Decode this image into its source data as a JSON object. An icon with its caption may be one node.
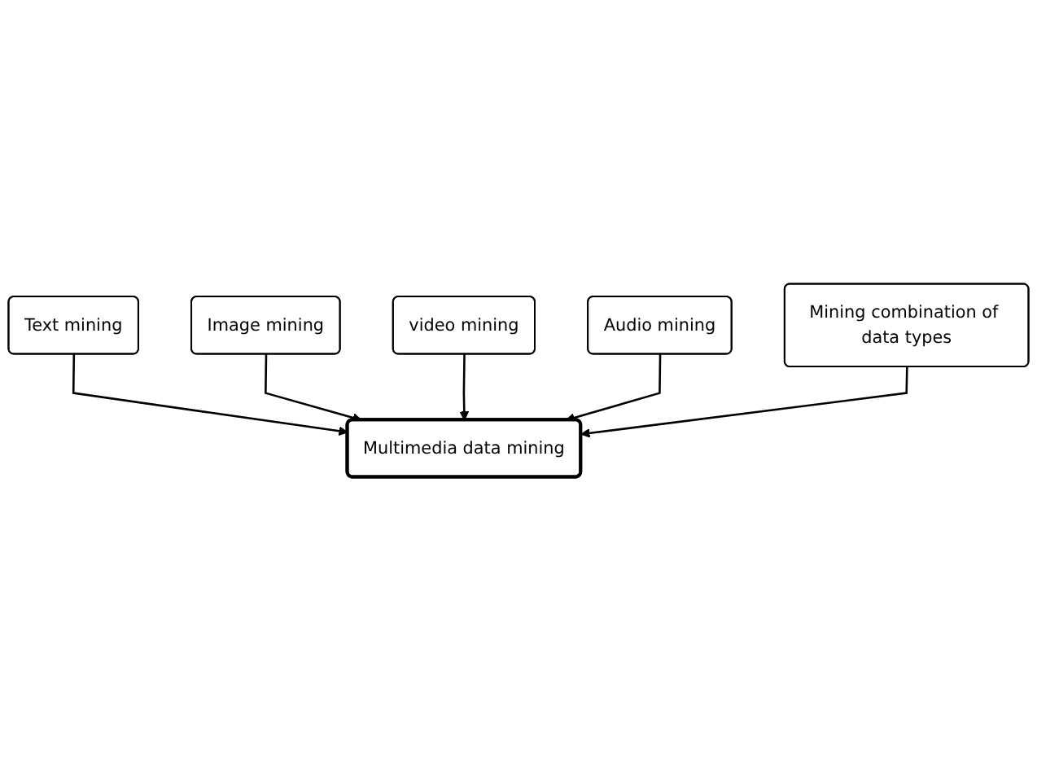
{
  "diagram": {
    "nodes": [
      {
        "text": [
          "video mining"
        ]
      },
      {
        "text": [
          "Image mining"
        ]
      },
      {
        "text": [
          "Audio mining"
        ]
      },
      {
        "text": [
          "Text mining"
        ]
      },
      {
        "text": [
          "Mining combination of data types"
        ]
      },
      {
        "text": [
          "Multimedia data mining"
        ]
      }
    ],
    "edges": [
      {
        "from": 3,
        "to": 5,
        "arrow": "to"
      },
      {
        "from": 1,
        "to": 5,
        "arrow": "to"
      },
      {
        "from": 0,
        "to": 5,
        "arrow": "to"
      },
      {
        "from": 2,
        "to": 5,
        "arrow": "to"
      },
      {
        "from": 4,
        "to": 5,
        "arrow": "to"
      }
    ]
  }
}
